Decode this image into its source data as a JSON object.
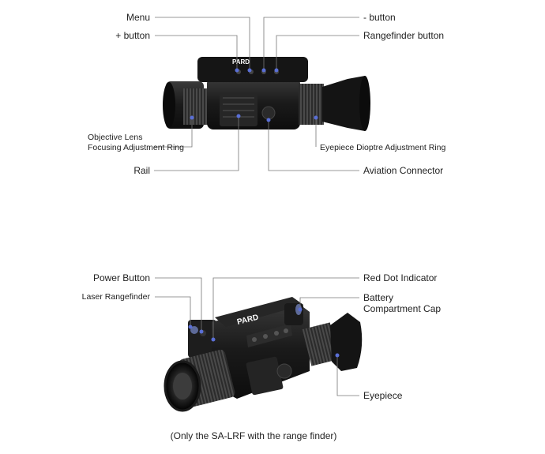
{
  "top_diagram": {
    "brand": "PARD",
    "labels": {
      "menu": "Menu",
      "plus_button": "+ button",
      "minus_button": "- button",
      "rangefinder_button": "Rangefinder button",
      "objective_lens_line1": "Objective Lens",
      "objective_lens_line2": "Focusing Adjustment Ring",
      "eyepiece_diopter": "Eyepiece Dioptre Adjustment Ring",
      "rail": "Rail",
      "aviation_connector": "Aviation Connector"
    }
  },
  "bottom_diagram": {
    "brand": "PARD",
    "labels": {
      "power_button": "Power Button",
      "laser_rangefinder": "Laser Rangefinder",
      "red_dot_indicator": "Red Dot Indicator",
      "battery_line1": "Battery",
      "battery_line2": "Compartment Cap",
      "eyepiece": "Eyepiece"
    },
    "caption": "(Only the SA-LRF with the range finder)"
  },
  "colors": {
    "accent_dot": "#5a6fd6",
    "body": "#1c1c1c",
    "leader": "#777777"
  }
}
